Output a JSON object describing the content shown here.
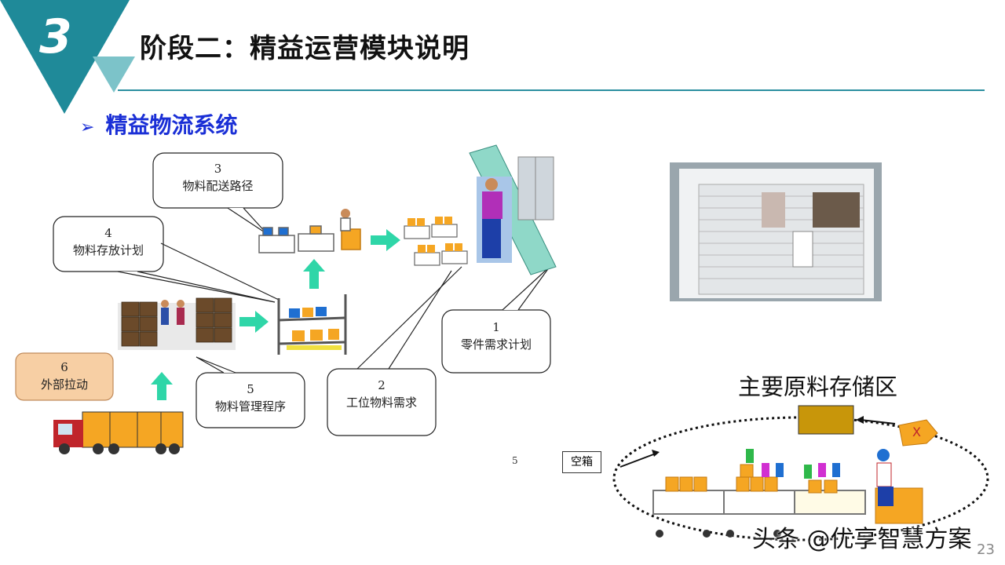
{
  "header": {
    "section_number": "3",
    "title": "阶段二：精益运营模块说明"
  },
  "subtitle": "精益物流系统",
  "callouts": {
    "c1": {
      "num": "1",
      "text": "零件需求计划"
    },
    "c2": {
      "num": "2",
      "text": "工位物料需求"
    },
    "c3": {
      "num": "3",
      "text": "物料配送路径"
    },
    "c4": {
      "num": "4",
      "text": "物料存放计划"
    },
    "c5": {
      "num": "5",
      "text": "物料管理程序"
    },
    "c6": {
      "num": "6",
      "text": "外部拉动"
    }
  },
  "stray_number": "5",
  "storage_title": "主要原料存储区",
  "empty_box_label": "空箱",
  "x_tag": "X",
  "watermark": "头条 @优享智慧方案",
  "page_number": "23",
  "colors": {
    "teal": "#1f8a99",
    "light_teal": "#7cc3c9",
    "arrow_green": "#2fd6a8",
    "brand_blue": "#1a2fd6",
    "crate_orange": "#f5a623"
  }
}
